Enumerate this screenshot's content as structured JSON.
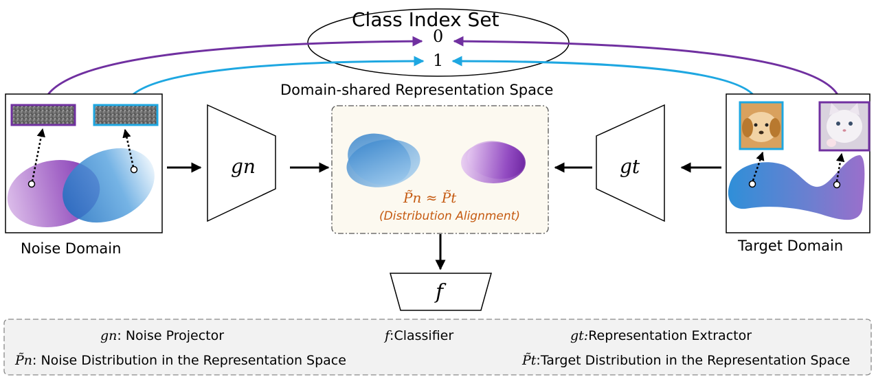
{
  "class_index_set": {
    "title": "Class Index Set",
    "labels": [
      "0",
      "1"
    ]
  },
  "shared_space": {
    "title": "Domain-shared Representation Space",
    "equation": "P̃n ≈ P̃t",
    "caption": "(Distribution Alignment)"
  },
  "noise_domain": {
    "label": "Noise Domain"
  },
  "target_domain": {
    "label": "Target Domain"
  },
  "modules": {
    "gn": "gn",
    "gt": "gt",
    "f": "f"
  },
  "legend": {
    "row1": [
      {
        "symbol": "gn",
        "text": ": Noise Projector"
      },
      {
        "symbol": "f",
        "text": ":Classifier"
      },
      {
        "symbol": "gt:",
        "text": "Representation Extractor"
      }
    ],
    "row2": [
      {
        "symbol": "P̃n",
        "text": ": Noise Distribution in the Representation Space"
      },
      {
        "symbol": "P̃t",
        "text": ":Target Distribution in the Representation Space"
      }
    ]
  },
  "colors": {
    "purple": "#7030A0",
    "blue": "#1EA7E1",
    "orange": "#C55A11",
    "panel_bg": "#FCF9F0",
    "legend_bg": "#F2F2F2"
  }
}
